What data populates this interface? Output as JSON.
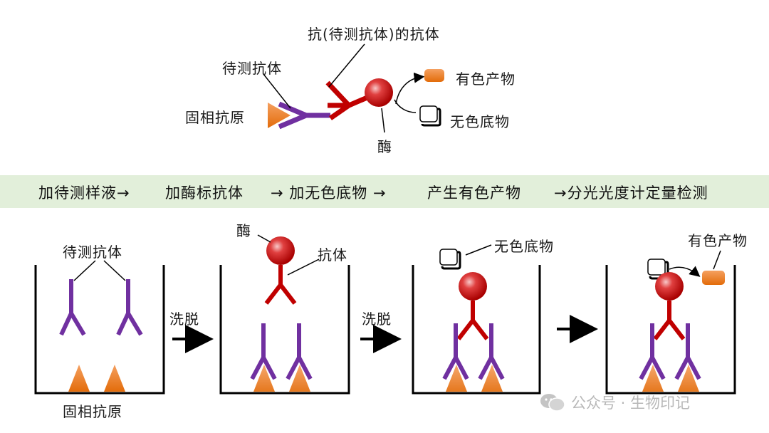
{
  "top": {
    "label_anti_antibody": "抗(待测抗体)的抗体",
    "label_test_antibody": "待测抗体",
    "label_fixed_antigen": "固相抗原",
    "label_colored_product": "有色产物",
    "label_colorless_substrate": "无色底物",
    "label_enzyme": "酶"
  },
  "banner": {
    "step1": "加待测样液→",
    "step2": "加酶标抗体",
    "step3": "→ 加无色底物 →",
    "step4": "产生有色产物",
    "step5": "→分光光度计定量检测"
  },
  "bottom": {
    "well1_top_label": "待测抗体",
    "well1_bottom_label": "固相抗原",
    "wash1": "洗脱",
    "wash2": "洗脱",
    "well2_enzyme": "酶",
    "well2_antibody": "抗体",
    "well3_substrate": "无色底物",
    "well4_product": "有色产物"
  },
  "watermark": {
    "text": "公众号 · 生物印记"
  },
  "colors": {
    "purple": "#7030a0",
    "red": "#c00000",
    "orange": "#ed7d31",
    "banner_bg": "#e2efda"
  }
}
